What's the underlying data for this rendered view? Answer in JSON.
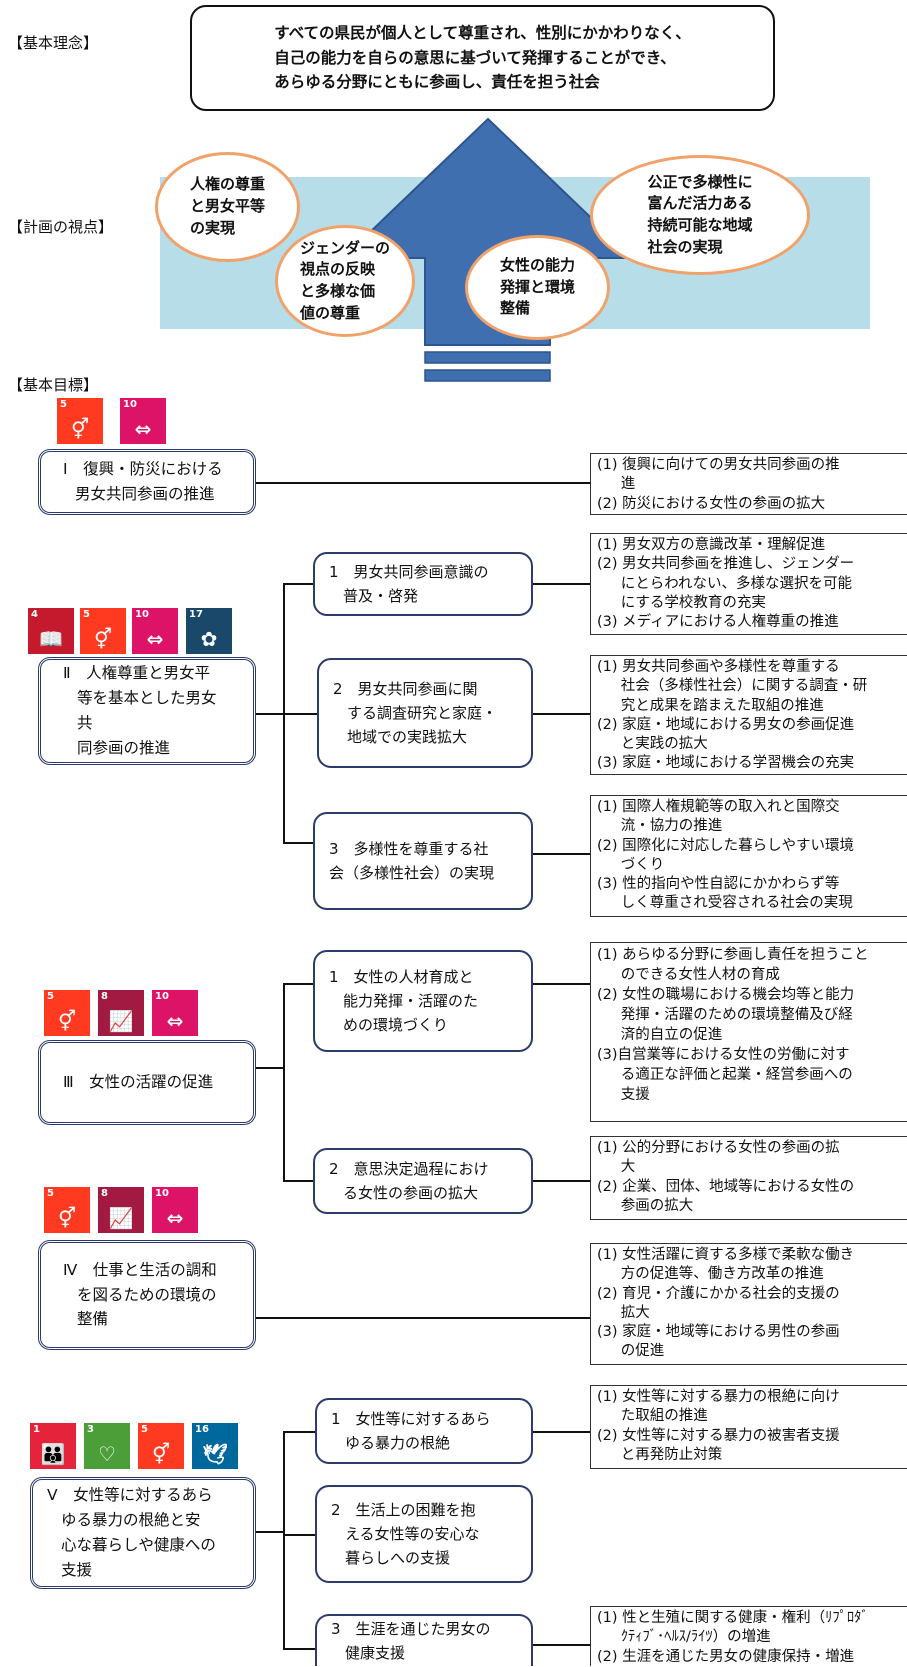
{
  "labels": {
    "kihon_rinen": "【基本理念】",
    "keikaku_shiten": "【計画の視点】",
    "kihon_mokuhyo": "【基本目標】"
  },
  "vision": {
    "line1": "すべての県民が個人として尊重され、性別にかかわりなく、",
    "line2": "自己の能力を自らの意思に基づいて発揮することができ、",
    "line3": "あらゆる分野にともに参画し、責任を担う社会"
  },
  "perspectives": {
    "p1": [
      "人権の尊重",
      "と男女平等",
      "の実現"
    ],
    "p2": [
      "ジェンダーの",
      "視点の反映",
      "と多様な価",
      "値の尊重"
    ],
    "p3": [
      "女性の能力",
      "発揮と環境",
      "整備"
    ],
    "p4": [
      "公正で多様性に",
      "富んだ活力ある",
      "持続可能な地域",
      "社会の実現"
    ]
  },
  "goals": {
    "g1": {
      "line1": "Ⅰ　復興・防災における",
      "line2": "男女共同参画の推進"
    },
    "g2": {
      "line1": "Ⅱ　人権尊重と男女平",
      "line2": "等を基本とした男女共",
      "line3": "同参画の推進"
    },
    "g3": {
      "line1": "Ⅲ　女性の活躍の促進"
    },
    "g4": {
      "line1": "Ⅳ　仕事と生活の調和",
      "line2": "を図るための環境の",
      "line3": "整備"
    },
    "g5": {
      "line1": "Ⅴ　女性等に対するあら",
      "line2": "ゆる暴力の根絶と安",
      "line3": "心な暮らしや健康への",
      "line4": "支援"
    }
  },
  "subgoals": {
    "s2_1": {
      "line1": "1　男女共同参画意識の",
      "line2": "普及・啓発"
    },
    "s2_2": {
      "line1": "2　男女共同参画に関",
      "line2": "する調査研究と家庭・",
      "line3": "地域での実践拡大"
    },
    "s2_3": {
      "line1": "3　多様性を尊重する社",
      "line2": "会（多様性社会）の実現"
    },
    "s3_1": {
      "line1": "1　女性の人材育成と",
      "line2": "能力発揮・活躍のた",
      "line3": "めの環境づくり"
    },
    "s3_2": {
      "line1": "2　意思決定過程におけ",
      "line2": "る女性の参画の拡大"
    },
    "s5_1": {
      "line1": "1　女性等に対するあら",
      "line2": "ゆる暴力の根絶"
    },
    "s5_2": {
      "line1": "2　生活上の困難を抱",
      "line2": "える女性等の安心な",
      "line3": "暮らしへの支援"
    },
    "s5_3": {
      "line1": "3　生涯を通じた男女の",
      "line2": "健康支援"
    }
  },
  "measures": {
    "m1": [
      "(1) 復興に向けての男女共同参画の推",
      "　  進",
      "(2) 防災における女性の参画の拡大"
    ],
    "m2_1": [
      "(1) 男女双方の意識改革・理解促進",
      "(2) 男女共同参画を推進し、ジェンダー",
      "　  にとらわれない、多様な選択を可能",
      "　  にする学校教育の充実",
      "(3) メディアにおける人権尊重の推進"
    ],
    "m2_2": [
      "(1) 男女共同参画や多様性を尊重する",
      "　  社会（多様性社会）に関する調査・研",
      "　  究と成果を踏まえた取組の推進",
      "(2) 家庭・地域における男女の参画促進",
      "　  と実践の拡大",
      "(3) 家庭・地域における学習機会の充実"
    ],
    "m2_3": [
      "(1) 国際人権規範等の取入れと国際交",
      "　  流・協力の推進",
      "(2) 国際化に対応した暮らしやすい環境",
      "　  づくり",
      "(3) 性的指向や性自認にかかわらず等",
      "　  しく尊重され受容される社会の実現"
    ],
    "m3_1": [
      "(1) あらゆる分野に参画し責任を担うこと",
      "　  のできる女性人材の育成",
      "(2) 女性の職場における機会均等と能力",
      "　  発揮・活躍のための環境整備及び経",
      "　  済的自立の促進",
      "(3)自営業等における女性の労働に対す",
      "　  る適正な評価と起業・経営参画への",
      "　  支援"
    ],
    "m3_2": [
      "(1) 公的分野における女性の参画の拡",
      "　  大",
      "(2) 企業、団体、地域等における女性の",
      "　  参画の拡大"
    ],
    "m4": [
      "(1) 女性活躍に資する多様で柔軟な働き",
      "　  方の促進等、働き方改革の推進",
      "(2) 育児・介護にかかる社会的支援の",
      "　  拡大",
      "(3) 家庭・地域等における男性の参画",
      "　  の促進"
    ],
    "m5_1": [
      "(1) 女性等に対する暴力の根絶に向け",
      "　  た取組の推進",
      "(2) 女性等に対する暴力の被害者支援",
      "　  と再発防止対策"
    ],
    "m5_3": [
      "(1) 性と生殖に関する健康・権利（ﾘﾌﾟﾛﾀﾞ",
      "　  ｸﾃｨﾌﾞ･ﾍﾙｽ/ﾗｲﾂ）の増進",
      "(2) 生涯を通じた男女の健康保持・増進"
    ]
  },
  "sdg_colors": {
    "4": "#c5192d",
    "5": "#ff3a21",
    "8": "#a21942",
    "10": "#dd1367",
    "17": "#19486a",
    "1": "#e5243b",
    "3": "#4c9f38",
    "16": "#00689d"
  },
  "sdg_icons": {
    "1": "👪",
    "3": "♡",
    "4": "📖",
    "5": "⚥",
    "8": "📈",
    "10": "⇔",
    "16": "🕊",
    "17": "✿"
  }
}
